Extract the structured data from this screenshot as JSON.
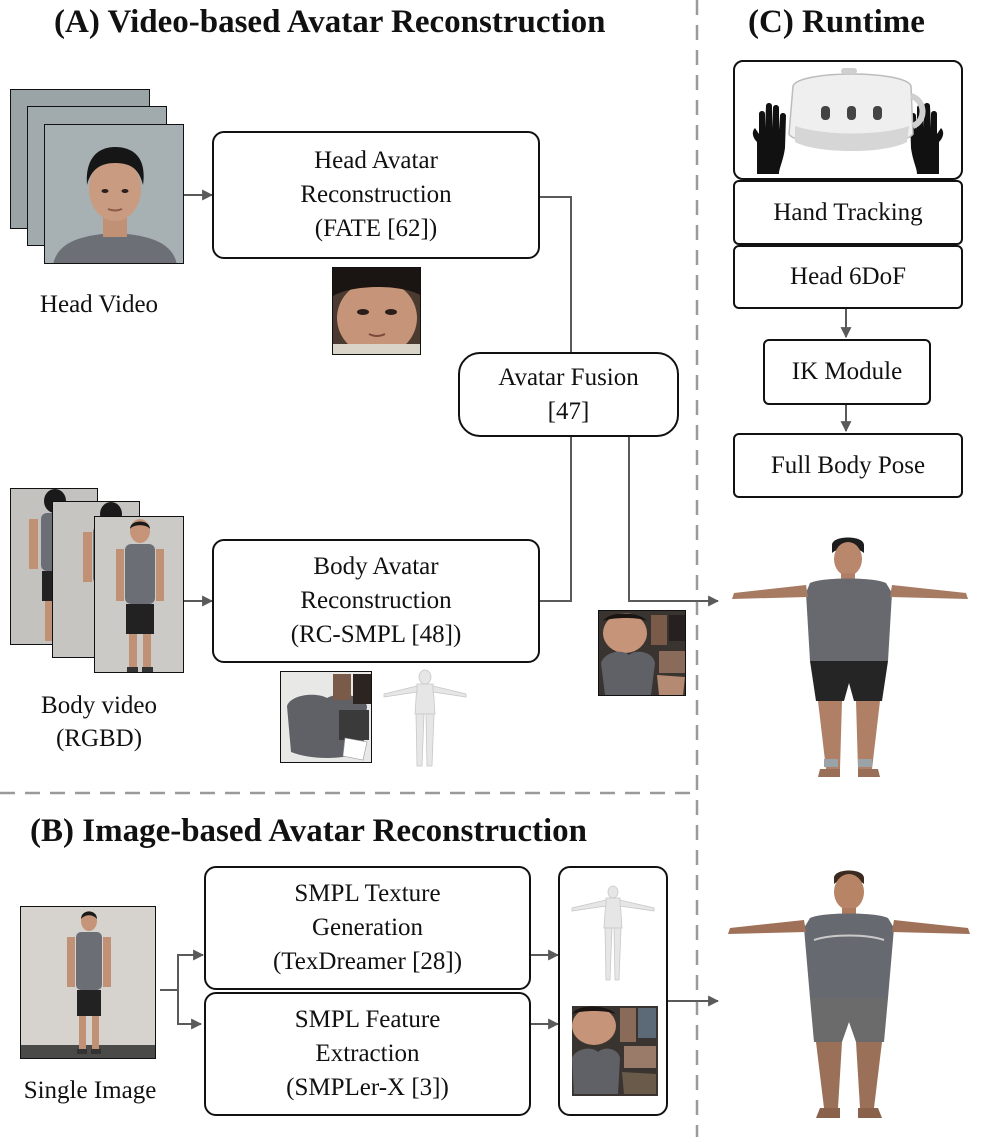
{
  "sections": {
    "a_title": "(A) Video-based Avatar Reconstruction",
    "b_title": "(B) Image-based Avatar Reconstruction",
    "c_title": "(C) Runtime"
  },
  "section_a": {
    "head_video_label": "Head Video",
    "head_box": [
      "Head Avatar",
      "Reconstruction",
      "(FATE [62])"
    ],
    "fusion_box": [
      "Avatar Fusion",
      "[47]"
    ],
    "body_box": [
      "Body Avatar",
      "Reconstruction",
      "(RC-SMPL [48])"
    ],
    "body_video_label": [
      "Body video",
      "(RGBD)"
    ]
  },
  "section_b": {
    "single_image_label": "Single Image",
    "texture_box": [
      "SMPL Texture",
      "Generation",
      "(TexDreamer [28])"
    ],
    "feature_box": [
      "SMPL Feature",
      "Extraction",
      "(SMPLer-X [3])"
    ]
  },
  "section_c": {
    "hand_tracking": "Hand Tracking",
    "head_6dof": "Head 6DoF",
    "ik_module": "IK Module",
    "full_body_pose": "Full Body Pose"
  },
  "colors": {
    "line": "#5a5a5a",
    "divider": "#9a9a9a",
    "wall": "#a5aeb2",
    "shirt": "#6b6e74",
    "skin": "#c79a7e",
    "hair": "#1b1b1b",
    "shorts": "#222222",
    "mesh": "#e6e6e6"
  }
}
